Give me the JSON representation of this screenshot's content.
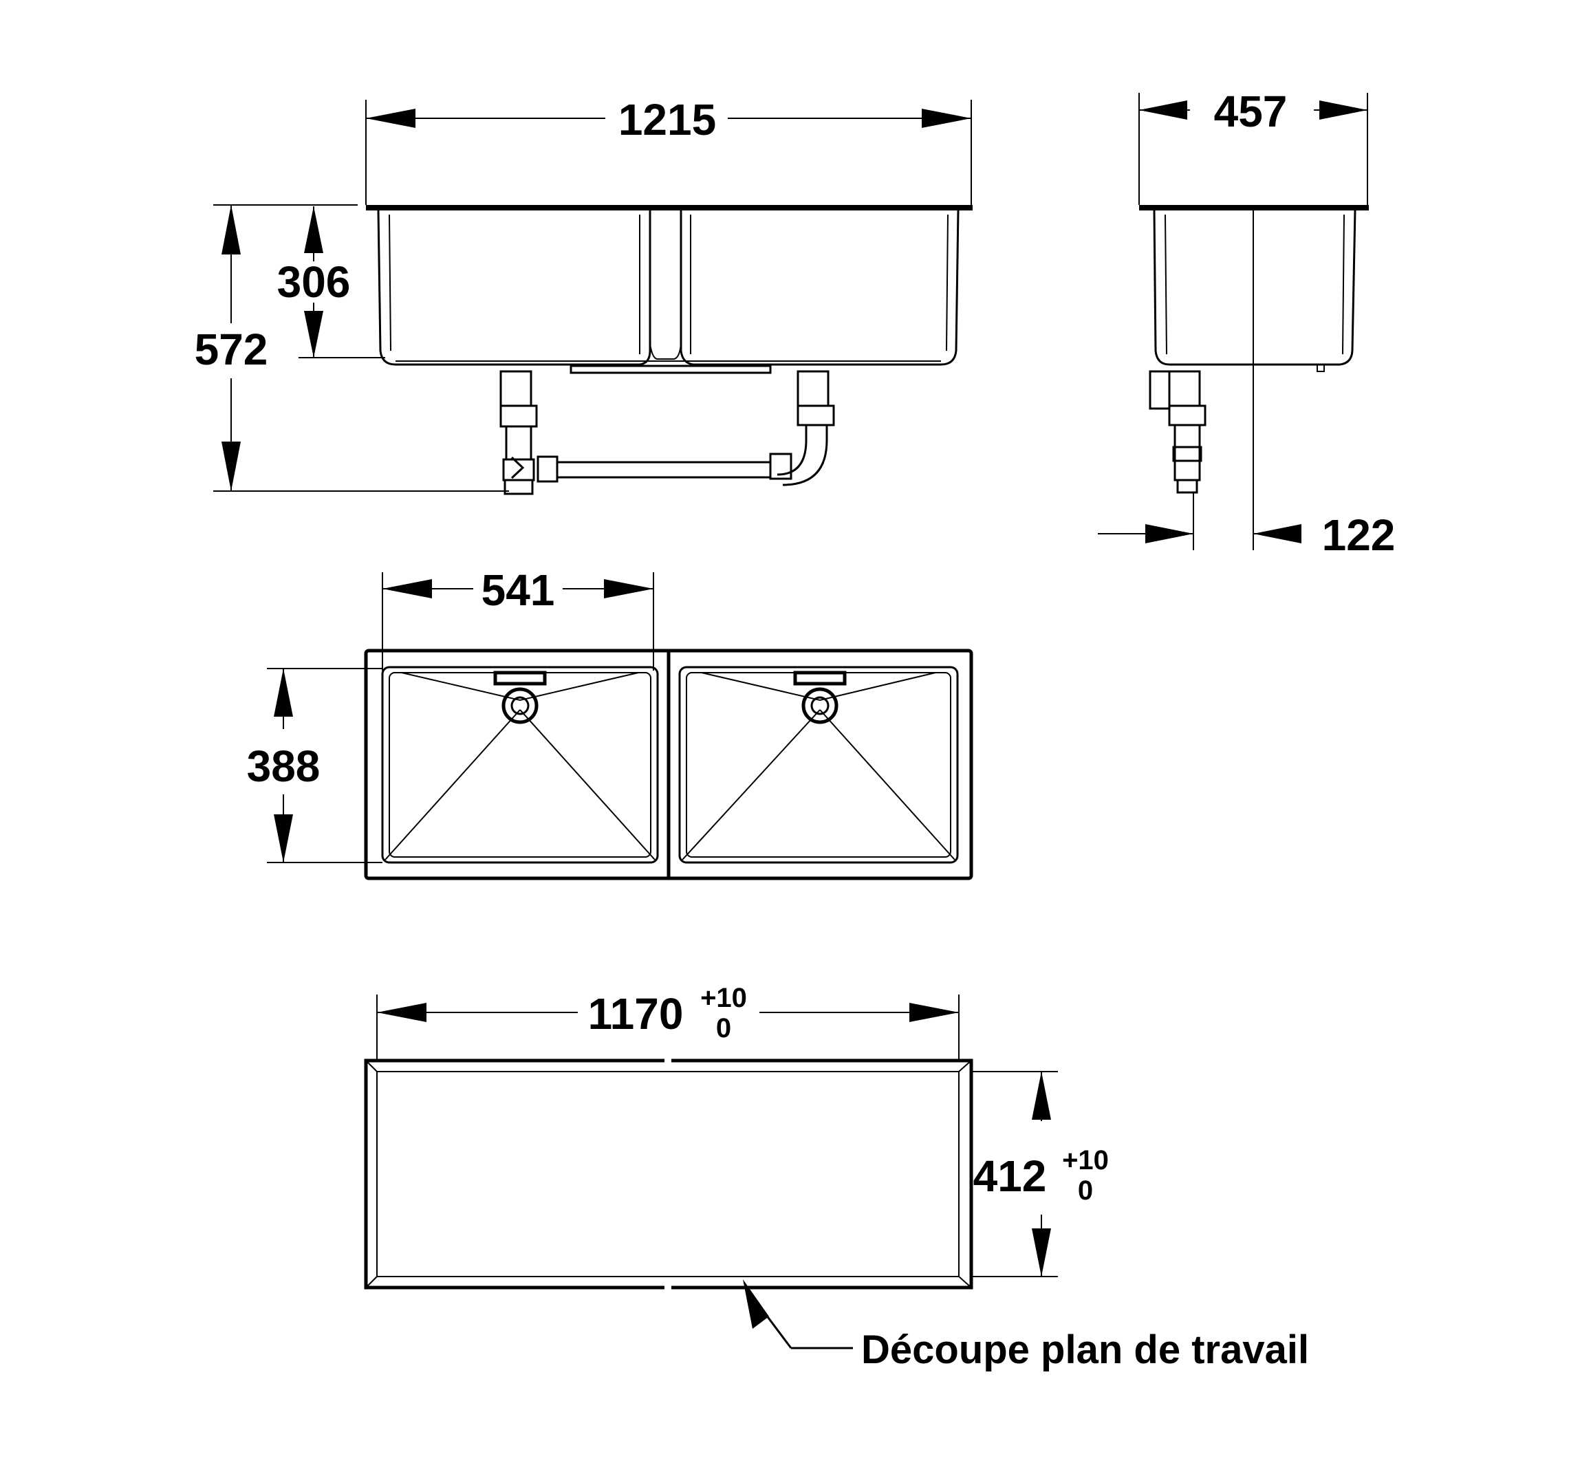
{
  "front_view": {
    "overall_width": "1215",
    "overall_height": "572",
    "bowl_depth": "306"
  },
  "side_view": {
    "depth": "457",
    "drain_offset": "122"
  },
  "top_view": {
    "bowl_width": "541",
    "bowl_length": "388"
  },
  "cutout_view": {
    "width": "1170",
    "width_tol_upper": "+10",
    "width_tol_lower": "0",
    "height": "412",
    "height_tol_upper": "+10",
    "height_tol_lower": "0",
    "callout": "Découpe plan de travail"
  }
}
